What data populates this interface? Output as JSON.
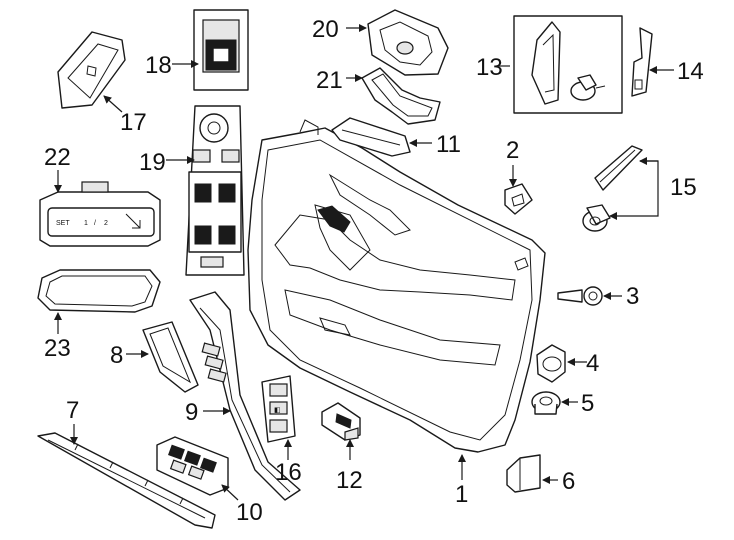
{
  "callouts": {
    "c1": "1",
    "c2": "2",
    "c3": "3",
    "c4": "4",
    "c5": "5",
    "c6": "6",
    "c7": "7",
    "c8": "8",
    "c9": "9",
    "c10": "10",
    "c11": "11",
    "c12": "12",
    "c13": "13",
    "c14": "14",
    "c15": "15",
    "c16": "16",
    "c17": "17",
    "c18": "18",
    "c19": "19",
    "c20": "20",
    "c21": "21",
    "c22": "22",
    "c23": "23"
  },
  "cruise_switch": {
    "set": "SET",
    "one": "1",
    "slash": "/",
    "two": "2"
  },
  "colors": {
    "line": "#1a1a1a",
    "background": "#ffffff"
  }
}
